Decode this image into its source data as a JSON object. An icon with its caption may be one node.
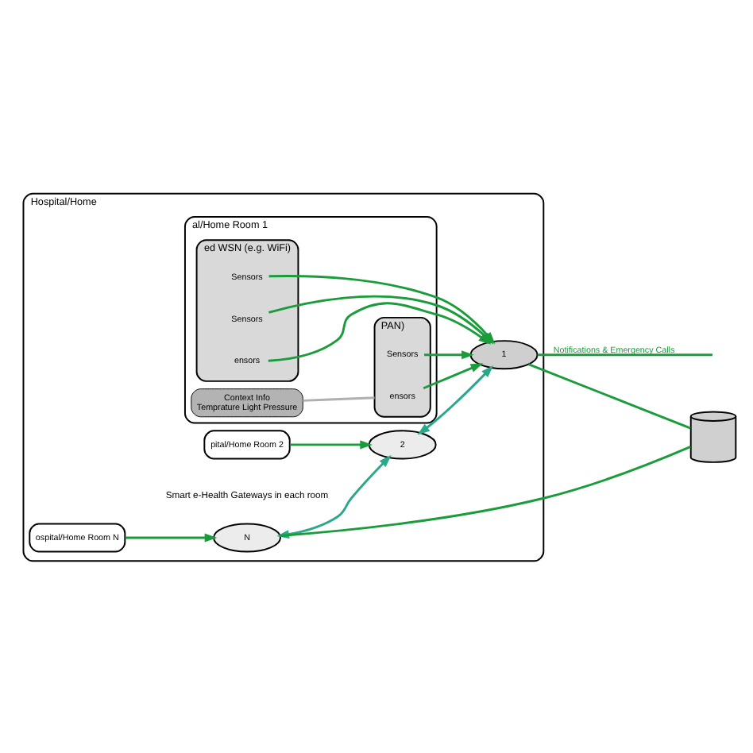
{
  "diagram": {
    "nodes": [
      {
        "text": [
          "Hospital/Home"
        ]
      },
      {
        "text": [
          "al/Home Room 1"
        ],
        "in": 0
      },
      {
        "text": [
          "ed WSN (e.g. WiFi)"
        ],
        "in": 1
      },
      {
        "text": [
          "ensors"
        ],
        "in": 2
      },
      {
        "text": [
          "Sensors"
        ],
        "in": 2
      },
      {
        "text": [
          "Sensors"
        ],
        "in": 2
      },
      {
        "text": [
          "PAN)"
        ],
        "in": 1
      },
      {
        "text": [
          "ensors"
        ],
        "in": 6
      },
      {
        "text": [
          "Sensors"
        ],
        "in": 6
      },
      {
        "text": [
          "Context Info",
          "Temprature Light Pressure"
        ],
        "in": 1
      },
      {
        "text": [
          "pital/Home Room 2"
        ],
        "in": 0
      },
      {
        "text": [
          "ospital/Home Room N"
        ],
        "in": 0
      },
      {
        "text": [
          "1"
        ],
        "in": 0
      },
      {
        "text": [
          "2"
        ],
        "in": 0
      },
      {
        "text": [
          "N"
        ],
        "in": 0,
        "beside": [
          "Smart e-Health Gateways in each room"
        ]
      },
      {
        "text": [],
        "shape": "cylinder"
      }
    ],
    "edges": [
      {
        "from": 3,
        "to": 12,
        "arrow": "to"
      },
      {
        "from": 4,
        "to": 12,
        "arrow": "to"
      },
      {
        "from": 5,
        "to": 12,
        "arrow": "to"
      },
      {
        "from": 7,
        "to": 12,
        "arrow": "to"
      },
      {
        "from": 8,
        "to": 12,
        "arrow": "to"
      },
      {
        "from": 10,
        "to": 13,
        "arrow": "to"
      },
      {
        "from": 11,
        "to": 14,
        "arrow": "to"
      },
      {
        "from": 12,
        "to": 15,
        "arrow": "none"
      },
      {
        "from": 14,
        "to": 15,
        "arrow": "none"
      },
      {
        "from": 12,
        "to": null,
        "arrow": "none",
        "label": "Notifications & Emergency Calls"
      },
      {
        "from": 13,
        "to": 12,
        "arrow": "both",
        "color": "#2aa889"
      },
      {
        "from": 14,
        "to": 13,
        "arrow": "both",
        "color": "#2aa889"
      },
      {
        "from": 9,
        "to": 6,
        "arrow": "none",
        "color": "#b0b0b0"
      }
    ]
  }
}
